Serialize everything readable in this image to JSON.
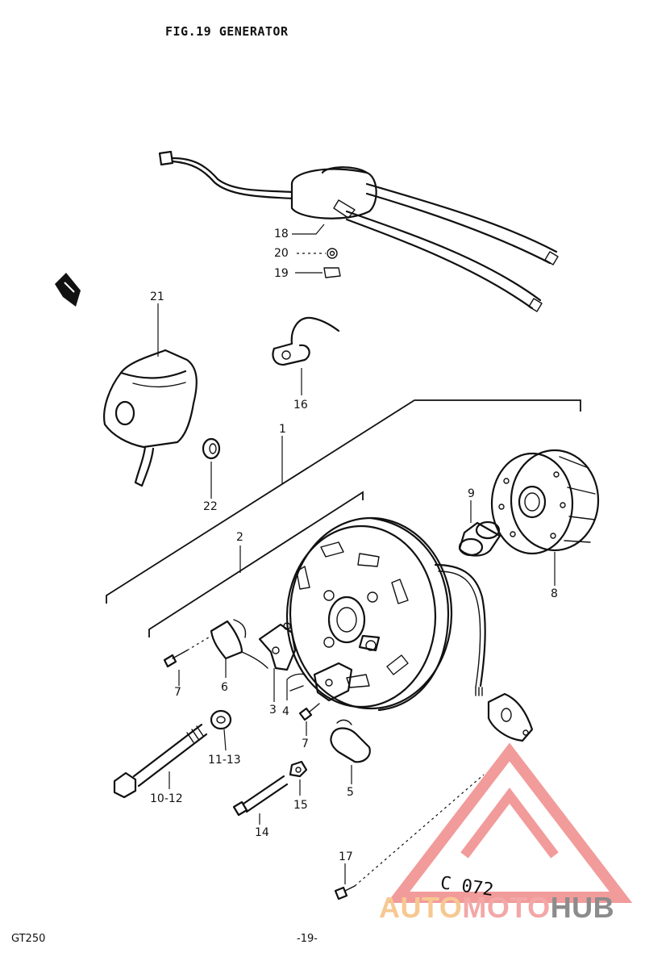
{
  "page": {
    "title": "FIG.19  GENERATOR",
    "model": "GT250",
    "page_number": "-19-",
    "ref_code": "C 072"
  },
  "watermark": {
    "brand_auto": "AUTO",
    "brand_moto": "MOTO",
    "brand_hub": "HUB",
    "colors": {
      "auto": "#f7c892",
      "moto": "#f3a7a7",
      "hub": "#8c8c8c",
      "logo": "#f08a8a"
    }
  },
  "callouts": {
    "c1": "1",
    "c2": "2",
    "c3": "3",
    "c4": "4",
    "c5": "5",
    "c6": "6",
    "c7a": "7",
    "c7b": "7",
    "c8": "8",
    "c9": "9",
    "c10_12": "10-12",
    "c11_13": "11-13",
    "c14": "14",
    "c15": "15",
    "c16": "16",
    "c17": "17",
    "c18": "18",
    "c19": "19",
    "c20": "20",
    "c21": "21",
    "c22": "22"
  }
}
